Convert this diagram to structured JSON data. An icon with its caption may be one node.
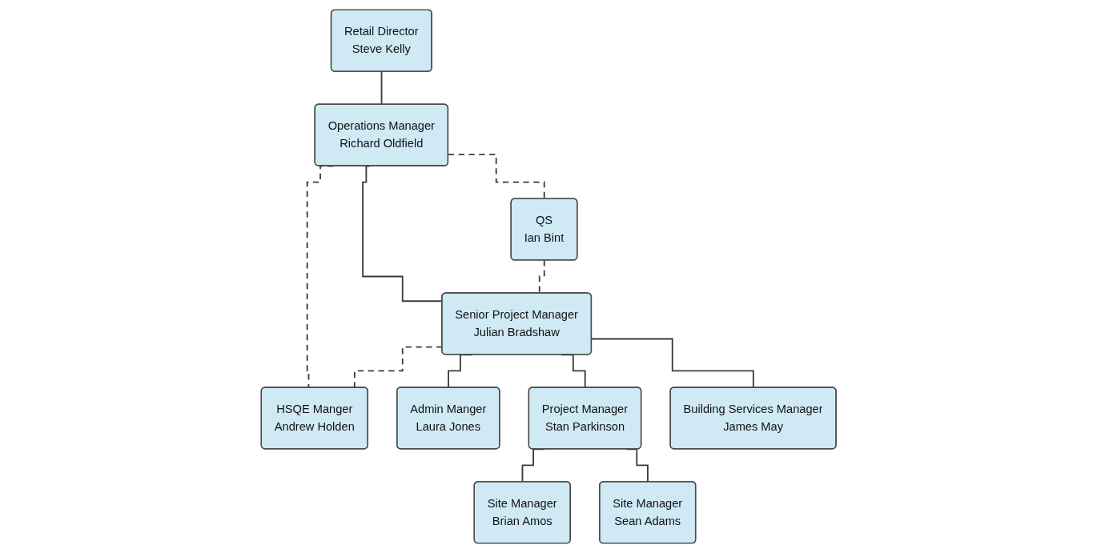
{
  "diagram": {
    "nodes": [
      {
        "text": [
          "Retail Director",
          "Steve Kelly"
        ]
      },
      {
        "text": [
          "Operations Manager",
          "Richard Oldfield"
        ]
      },
      {
        "text": [
          "QS",
          "Ian Bint"
        ]
      },
      {
        "text": [
          "Senior Project Manager",
          "Julian Bradshaw"
        ]
      },
      {
        "text": [
          "HSQE Manger",
          "Andrew Holden"
        ]
      },
      {
        "text": [
          "Admin Manger",
          "Laura Jones"
        ]
      },
      {
        "text": [
          "Project Manager",
          "Stan Parkinson"
        ]
      },
      {
        "text": [
          "Building Services Manager",
          "James May"
        ]
      },
      {
        "text": [
          "Site Manager",
          "Brian Amos"
        ]
      },
      {
        "text": [
          "Site Manager",
          "Sean Adams"
        ]
      }
    ],
    "edges": [
      {
        "from": 0,
        "to": 1,
        "arrow": "none"
      },
      {
        "from": 1,
        "to": 2,
        "arrow": "none",
        "style": "dashed"
      },
      {
        "from": 1,
        "to": 3,
        "arrow": "none"
      },
      {
        "from": 1,
        "to": 4,
        "arrow": "none",
        "style": "dashed"
      },
      {
        "from": 2,
        "to": 3,
        "arrow": "none",
        "style": "dashed"
      },
      {
        "from": 3,
        "to": 4,
        "arrow": "none",
        "style": "dashed"
      },
      {
        "from": 3,
        "to": 5,
        "arrow": "none"
      },
      {
        "from": 3,
        "to": 6,
        "arrow": "none"
      },
      {
        "from": 3,
        "to": 7,
        "arrow": "none"
      },
      {
        "from": 6,
        "to": 8,
        "arrow": "none"
      },
      {
        "from": 6,
        "to": 9,
        "arrow": "none"
      }
    ]
  }
}
